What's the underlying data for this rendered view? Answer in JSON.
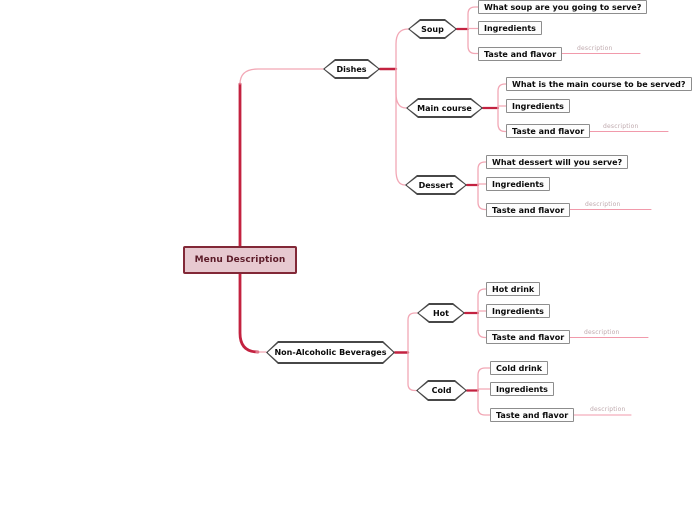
{
  "colors": {
    "trunk_line": "#c32240",
    "branch_line": "#f2a7b5",
    "description_line": "#f19aab",
    "edge_label_text": "#bfa9ad",
    "root_bg": "#e7c9d0",
    "root_border": "#822837",
    "root_text": "#5c1b28",
    "hexagon_border": "#474747",
    "leaf_border": "#8d8d8d"
  },
  "mindmap": {
    "root": {
      "label": "Menu Description"
    },
    "branches": [
      {
        "label": "Dishes",
        "topics": [
          {
            "label": "Soup",
            "items": [
              "What soup are you going to serve?",
              "Ingredients",
              "Taste and flavor"
            ],
            "edge_label": "description"
          },
          {
            "label": "Main course",
            "items": [
              "What is the main course to be served?",
              "Ingredients",
              "Taste and flavor"
            ],
            "edge_label": "description"
          },
          {
            "label": "Dessert",
            "items": [
              "What dessert will you serve?",
              "Ingredients",
              "Taste and flavor"
            ],
            "edge_label": "description"
          }
        ]
      },
      {
        "label": "Non-Alcoholic Beverages",
        "topics": [
          {
            "label": "Hot",
            "items": [
              "Hot drink",
              "Ingredients",
              "Taste and flavor"
            ],
            "edge_label": "description"
          },
          {
            "label": "Cold",
            "items": [
              "Cold drink",
              "Ingredients",
              "Taste and flavor"
            ],
            "edge_label": "description"
          }
        ]
      }
    ]
  }
}
